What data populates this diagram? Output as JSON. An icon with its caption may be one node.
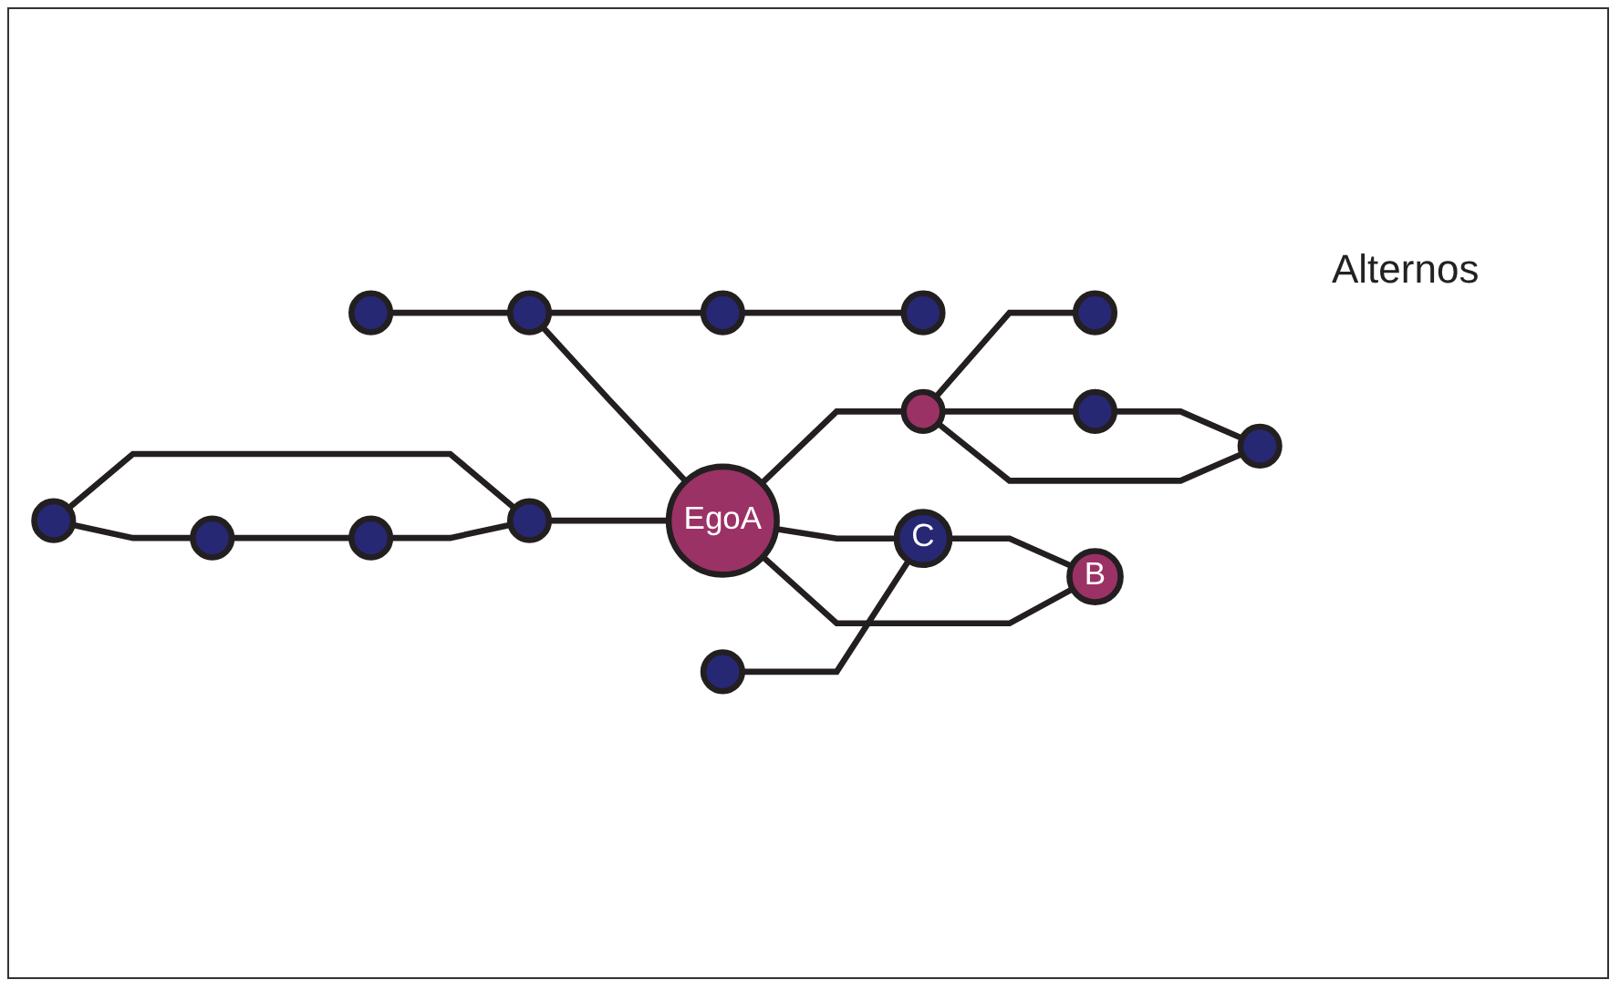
{
  "diagram": {
    "nodes": [
      {
        "text": [],
        "shape": "circle"
      },
      {
        "text": [],
        "shape": "circle"
      },
      {
        "text": [],
        "shape": "circle"
      },
      {
        "text": [],
        "shape": "circle"
      },
      {
        "text": [],
        "shape": "circle"
      },
      {
        "text": [
          "EgoA"
        ]
      },
      {
        "text": [],
        "shape": "circle"
      },
      {
        "text": [],
        "shape": "circle"
      },
      {
        "text": [],
        "shape": "circle"
      },
      {
        "text": [],
        "shape": "circle"
      },
      {
        "text": [],
        "shape": "circle"
      },
      {
        "text": [],
        "shape": "circle"
      },
      {
        "text": [],
        "shape": "circle"
      },
      {
        "text": [
          "B"
        ]
      },
      {
        "text": [],
        "shape": "circle"
      },
      {
        "text": [
          "C"
        ]
      }
    ],
    "edges": [
      {
        "from": 1,
        "to": 0,
        "arrow": "none"
      },
      {
        "from": 3,
        "to": 1,
        "arrow": "none"
      },
      {
        "from": 2,
        "to": 3,
        "arrow": "none"
      },
      {
        "from": 3,
        "to": 5,
        "arrow": "none"
      },
      {
        "from": 6,
        "to": 5,
        "arrow": "none"
      },
      {
        "from": 5,
        "to": 7,
        "arrow": "none"
      },
      {
        "from": 7,
        "to": 8,
        "arrow": "none"
      },
      {
        "from": 7,
        "to": 9,
        "arrow": "none"
      },
      {
        "from": 7,
        "to": 11,
        "arrow": "none"
      },
      {
        "from": 9,
        "to": 11,
        "arrow": "none"
      },
      {
        "from": 4,
        "to": 6,
        "arrow": "none"
      },
      {
        "from": 4,
        "to": 10,
        "arrow": "none"
      },
      {
        "from": 10,
        "to": 12,
        "arrow": "none"
      },
      {
        "from": 12,
        "to": 6,
        "arrow": "none"
      },
      {
        "from": 5,
        "to": 15,
        "arrow": "none"
      },
      {
        "from": 5,
        "to": 13,
        "arrow": "none"
      },
      {
        "from": 14,
        "to": 15,
        "arrow": "none"
      },
      {
        "from": 15,
        "to": 13,
        "arrow": "none"
      }
    ],
    "labels": [
      "Alternos"
    ]
  }
}
